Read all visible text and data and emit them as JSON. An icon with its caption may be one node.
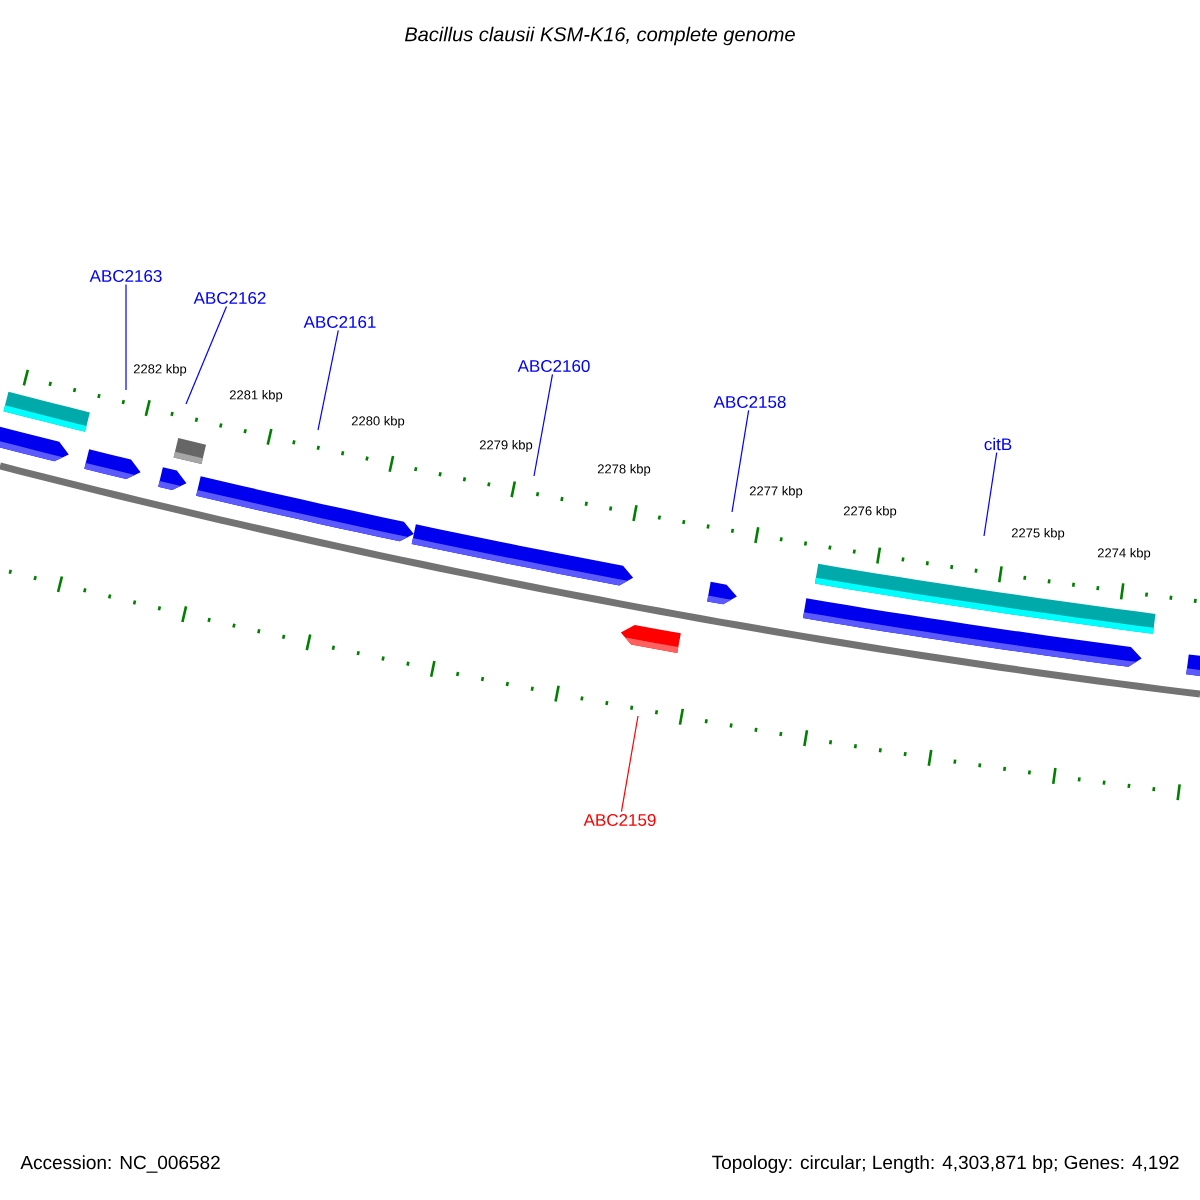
{
  "diagram": {
    "title": "Bacillus clausii KSM-K16, complete genome",
    "nodes": [
      {
        "text": [
          "ABC2163"
        ]
      },
      {
        "text": [
          "ABC2162"
        ]
      },
      {
        "text": [
          "ABC2161"
        ]
      },
      {
        "text": [
          "ABC2160"
        ]
      },
      {
        "text": [
          "ABC2158"
        ]
      },
      {
        "text": [
          "citB"
        ]
      },
      {
        "text": [
          "ABC2159"
        ]
      }
    ],
    "edges": [
      {
        "from": 0,
        "to": null,
        "arrow": "none"
      },
      {
        "from": 1,
        "to": null,
        "arrow": "none"
      },
      {
        "from": 2,
        "to": null,
        "arrow": "none"
      },
      {
        "from": 3,
        "to": null,
        "arrow": "none"
      },
      {
        "from": 4,
        "to": null,
        "arrow": "none"
      },
      {
        "from": 5,
        "to": null,
        "arrow": "none"
      },
      {
        "from": 6,
        "to": null,
        "arrow": "none",
        "color": "#ff0000"
      }
    ],
    "labels": [
      "2282 kbp",
      "2281 kbp",
      "2280 kbp",
      "2279 kbp",
      "2278 kbp",
      "2277 kbp",
      "2276 kbp",
      "2275 kbp",
      "2274 kbp",
      "Accession: NC_006582",
      "Topology: circular; Length: 4,303,871 bp; Genes: 4,192"
    ]
  }
}
